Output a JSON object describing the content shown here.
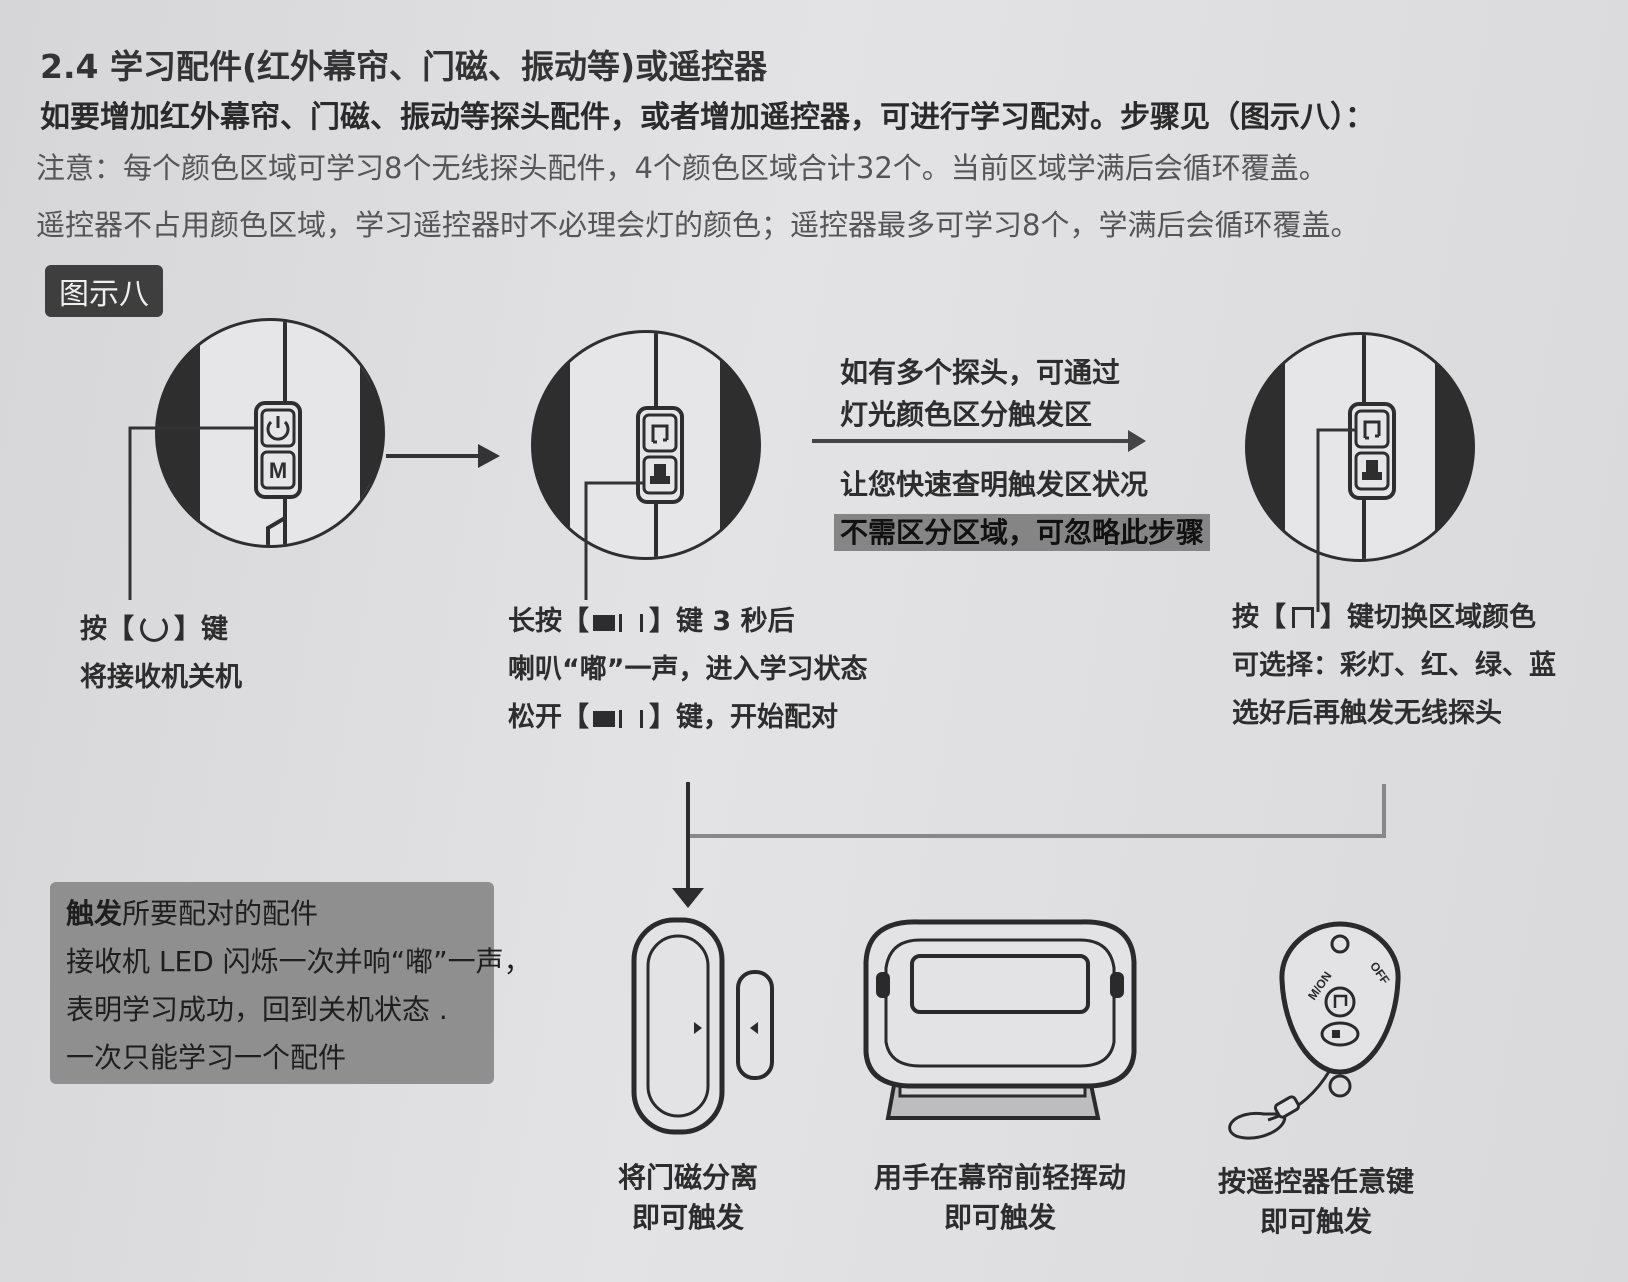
{
  "section": {
    "title": "2.4  学习配件(红外幕帘、门磁、振动等)或遥控器",
    "intro": "如要增加红外幕帘、门磁、振动等探头配件，或者增加遥控器，可进行学习配对。步骤见（图示八）：",
    "note_line1": "注意：每个颜色区域可学习8个无线探头配件，4个颜色区域合计32个。当前区域学满后会循环覆盖。",
    "note_line2": "遥控器不占用颜色区域，学习遥控器时不必理会灯的颜色；遥控器最多可学习8个，学满后会循环覆盖。"
  },
  "figure_label": "图示八",
  "step1": {
    "line1_prefix": "按【",
    "line1_suffix": "】键",
    "line2": "将接收机关机"
  },
  "step2": {
    "line1_prefix": "长按【",
    "line1_suffix": "】键 3 秒后",
    "line2": "喇叭“嘟”一声，进入学习状态",
    "line3_prefix": "松开【",
    "line3_suffix": "】键，开始配对"
  },
  "multi_probe": {
    "line1": "如有多个探头，可通过",
    "line2": "灯光颜色区分触发区",
    "line3": "让您快速查明触发区状况",
    "line4": "不需区分区域，可忽略此步骤"
  },
  "step3": {
    "line1_prefix": "按【",
    "line1_suffix": "】键切换区域颜色",
    "line2": "可选择：彩灯、红、绿、蓝",
    "line3": "选好后再触发无线探头"
  },
  "trigger_box": {
    "bold": "触发",
    "title_rest": "所要配对的配件",
    "line1": "接收机 LED 闪烁一次并响“嘟”一声，",
    "line2": "表明学习成功，回到关机状态 .",
    "line3": "一次只能学习一个配件"
  },
  "devices": {
    "door_line1": "将门磁分离",
    "door_line2": "即可触发",
    "curtain_line1": "用手在幕帘前轻挥动",
    "curtain_line2": "即可触发",
    "remote_line1": "按遥控器任意键",
    "remote_line2": "即可触发"
  },
  "receiver_buttons": {
    "m_label": "M"
  },
  "remote_labels": {
    "on": "M/ON",
    "off": "OFF"
  }
}
